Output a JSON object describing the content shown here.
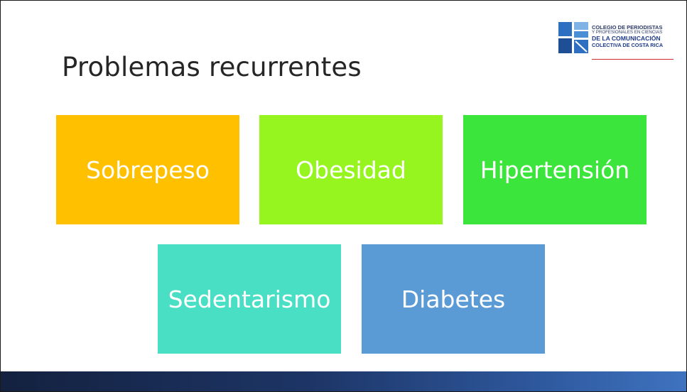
{
  "slide": {
    "title": "Problemas recurrentes"
  },
  "logo": {
    "line1": "COLEGIO DE PERIODISTAS",
    "line2": "Y PROFESIONALES EN CIENCIAS",
    "line3": "DE LA COMUNICACIÓN",
    "line4": "COLECTIVA DE COSTA RICA"
  },
  "boxes": [
    {
      "label": "Sobrepeso",
      "color": "#FFC000"
    },
    {
      "label": "Obesidad",
      "color": "#97F51F"
    },
    {
      "label": "Hipertensión",
      "color": "#3BE53B"
    },
    {
      "label": "Sedentarismo",
      "color": "#48DFC4"
    },
    {
      "label": "Diabetes",
      "color": "#5B9BD5"
    }
  ],
  "colors": {
    "band_dark": "#14213F",
    "band_light": "#3F73BF",
    "logo_accent": "#D12A2A"
  }
}
